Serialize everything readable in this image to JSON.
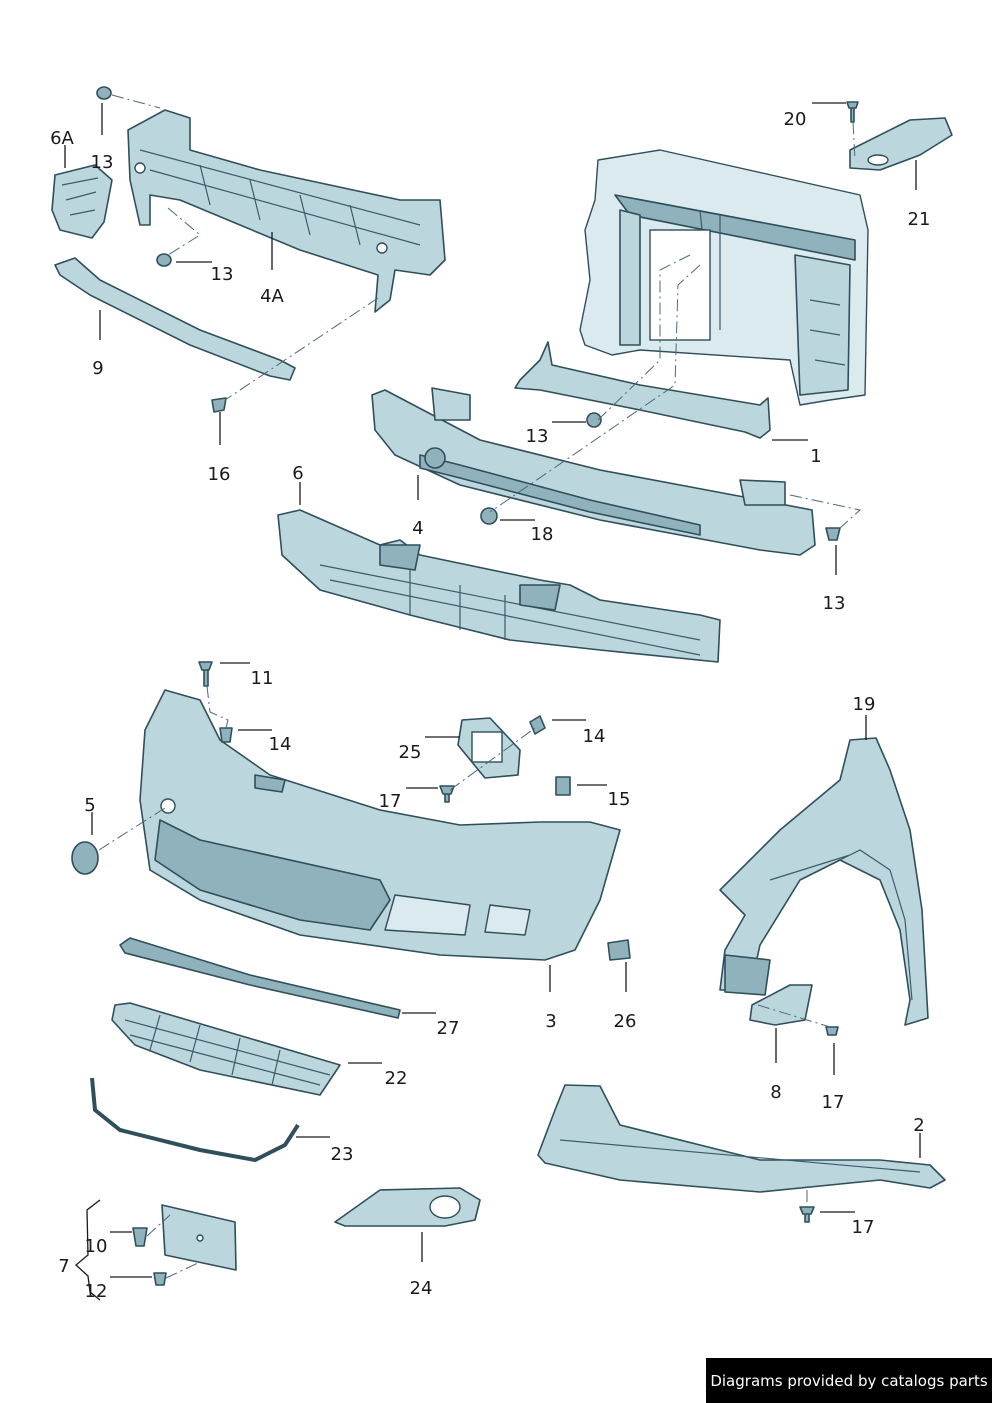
{
  "callouts": {
    "c1": "1",
    "c2": "2",
    "c3": "3",
    "c4": "4",
    "c4a": "4A",
    "c5": "5",
    "c6": "6",
    "c6a": "6A",
    "c7": "7",
    "c8": "8",
    "c9": "9",
    "c10": "10",
    "c11": "11",
    "c12": "12",
    "c13a": "13",
    "c13b": "13",
    "c13c": "13",
    "c13d": "13",
    "c14a": "14",
    "c14b": "14",
    "c15": "15",
    "c16": "16",
    "c17a": "17",
    "c17b": "17",
    "c17c": "17",
    "c18": "18",
    "c19": "19",
    "c20": "20",
    "c21": "21",
    "c22": "22",
    "c23": "23",
    "c24": "24",
    "c25": "25",
    "c26": "26",
    "c27": "27"
  },
  "credit": "Diagrams provided by catalogs parts"
}
